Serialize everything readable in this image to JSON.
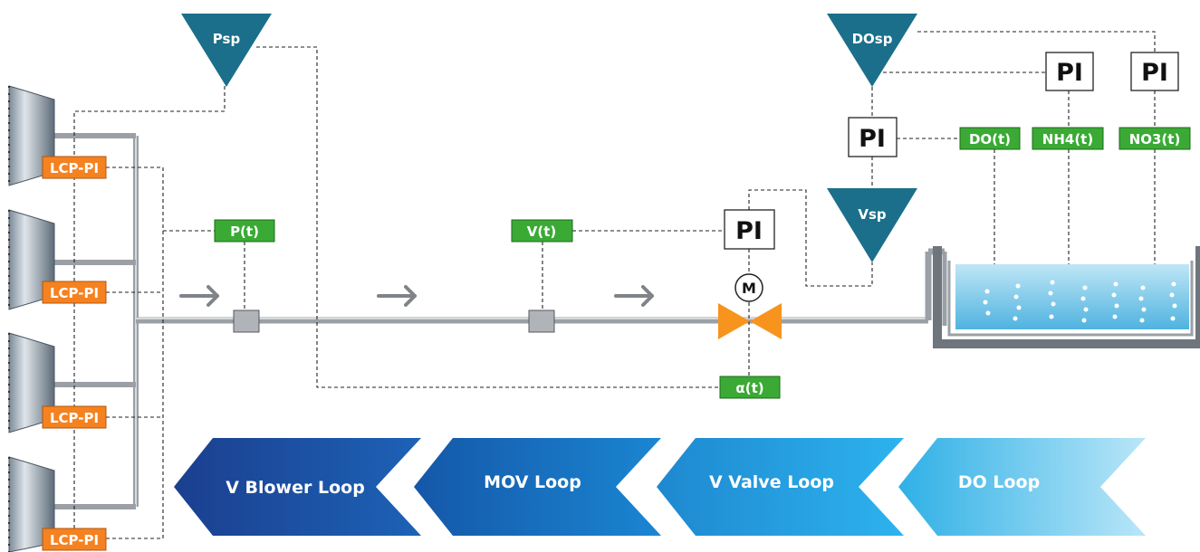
{
  "setpoints": {
    "psp": "Psp",
    "dosp": "DOsp",
    "vsp": "Vsp"
  },
  "controllers": {
    "pi_valve": "PI",
    "pi_do": "PI",
    "pi_nh4": "PI",
    "pi_no3": "PI"
  },
  "local_controllers": [
    "LCP-PI",
    "LCP-PI",
    "LCP-PI",
    "LCP-PI"
  ],
  "measurements": {
    "pressure": "P(t)",
    "flow": "V(t)",
    "valve_position": "α(t)",
    "do": "DO(t)",
    "nh4": "NH4(t)",
    "no3": "NO3(t)"
  },
  "motor": "M",
  "loops": [
    {
      "label": "V Blower Loop",
      "color": "#1d4fa0"
    },
    {
      "label": "MOV Loop",
      "color": "#1565b8"
    },
    {
      "label": "V Valve Loop",
      "color": "#1f8fd6"
    },
    {
      "label": "DO Loop",
      "color": "#3fb4e8"
    }
  ],
  "colors": {
    "setpoint_triangle": "#1b6f8a",
    "measurement_box": "#3aaa35",
    "local_controller": "#f58220",
    "valve": "#f7941d",
    "pipe": "#b8bcc2"
  }
}
